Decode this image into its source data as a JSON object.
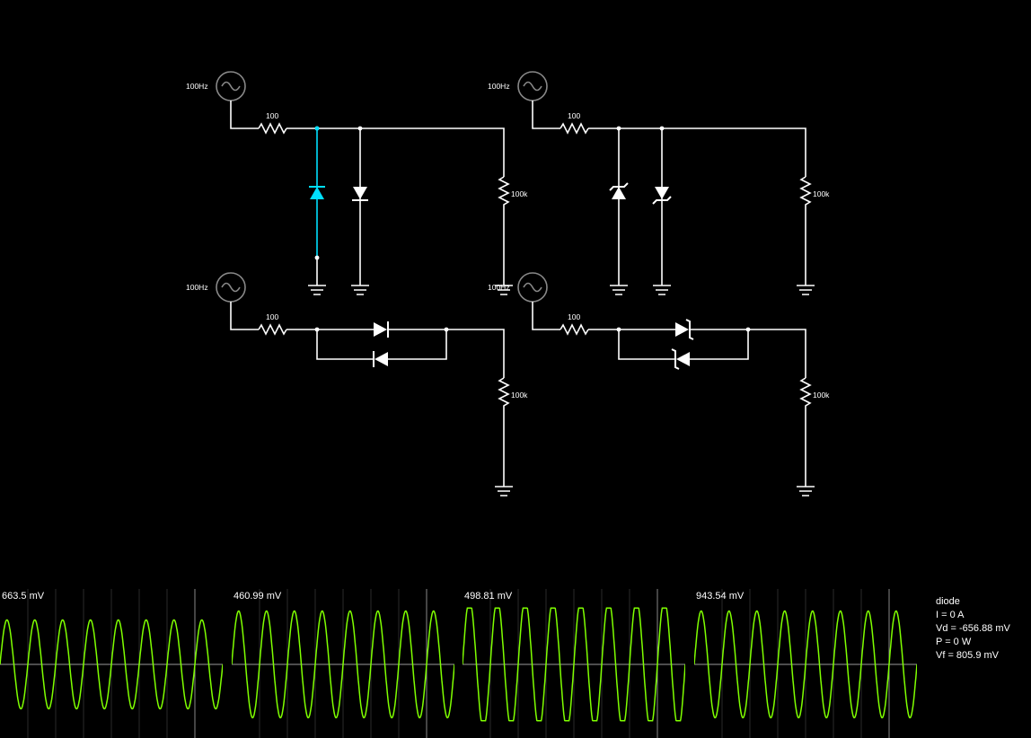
{
  "circuit": {
    "labels": {
      "src1": "100Hz",
      "src2": "100Hz",
      "src3": "100Hz",
      "src4": "100Hz",
      "r1": "100",
      "r2": "100",
      "r3": "100",
      "r4": "100",
      "load1": "100k",
      "load2": "100k",
      "load3": "100k",
      "load4": "100k"
    }
  },
  "scopes": [
    {
      "label": "663.5 mV",
      "trace_color": "#7fff00",
      "cycles": 8,
      "peak": 0.75,
      "clip": "none"
    },
    {
      "label": "460.99 mV",
      "trace_color": "#7fff00",
      "cycles": 8,
      "peak": 0.9,
      "clip": "none"
    },
    {
      "label": "498.81 mV",
      "trace_color": "#7fff00",
      "cycles": 8,
      "peak": 0.95,
      "clip": "asym"
    },
    {
      "label": "943.54 mV",
      "trace_color": "#7fff00",
      "cycles": 8,
      "peak": 0.9,
      "clip": "none"
    }
  ],
  "info": {
    "title": "diode",
    "current": "I = 0 A",
    "vd": "Vd = -656.88 mV",
    "power": "P = 0 W",
    "vf": "Vf = 805.9 mV"
  }
}
